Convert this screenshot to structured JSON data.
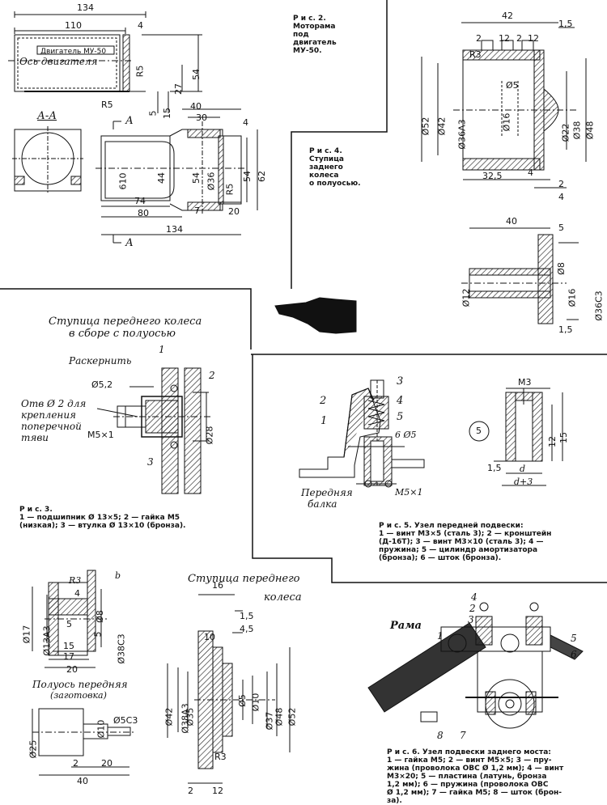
{
  "fig2": {
    "caption": [
      "Р и с. 2.",
      "Моторама",
      "под",
      "двигатель",
      "МУ-50."
    ],
    "motor_label": "Двигатель МУ-50",
    "axis_label": "Ось двигателя",
    "section_label": "А-А",
    "arrow_label": "А",
    "dims": [
      "134",
      "110",
      "4",
      "54",
      "27",
      "R5",
      "R5",
      "5",
      "15",
      "40",
      "30",
      "4",
      "610",
      "44",
      "54",
      "Ø36",
      "54",
      "62",
      "R5",
      "7",
      "20",
      "74",
      "80",
      "134"
    ]
  },
  "fig4": {
    "caption": [
      "Р и с. 4.",
      "Ступица",
      "заднего",
      "колеса",
      "о полуосью."
    ],
    "dims_top": [
      "42",
      "1,5",
      "2",
      "12",
      "2",
      "12",
      "R3",
      "Ø52",
      "Ø42",
      "Ø36А3",
      "Ø5",
      "Ø16",
      "Ø22",
      "Ø38",
      "Ø48",
      "32,5",
      "4",
      "2",
      "4"
    ],
    "dims_bottom": [
      "40",
      "5",
      "Ø12",
      "Ø16",
      "Ø36С3",
      "Ø8",
      "1,5"
    ]
  },
  "fig3": {
    "title": [
      "Ступица переднего колеса",
      "в сборе с полуосью"
    ],
    "labels": [
      "Раскернить",
      "1",
      "Ø5,2",
      "2",
      "Отв Ø 2 для",
      "крепления",
      "поперечной",
      "тяви",
      "М5×1",
      "Ø28",
      "3"
    ],
    "caption": [
      "Р и с. 3.",
      "1 — подшипник Ø 13×5; 2 — гайка М5",
      "(низкая); 3 — втулка Ø 13×10 (бронза)."
    ]
  },
  "fig5": {
    "labels": [
      "3",
      "2",
      "4",
      "5",
      "1",
      "6 Ø5",
      "М5×1",
      "Передняя",
      "балка",
      "М3",
      "5",
      "12",
      "15",
      "1,5",
      "d",
      "d+3"
    ],
    "caption": [
      "Р и с. 5. Узел передней подвески:",
      "1 — винт М3×5 (сталь 3); 2 — кронштейн",
      "(Д-16Т); 3 — винт М3×10 (сталь 3); 4 —",
      "пружина; 5 — цилиндр амортизатора",
      "(бронза); 6 — шток (бронза)."
    ]
  },
  "fig_axle": {
    "dims": [
      "R3",
      "4",
      "b",
      "Ø17",
      "Ø13А3",
      "Ø8",
      "Ø38С3",
      "15",
      "17",
      "20",
      "5",
      "5"
    ],
    "title": [
      "Полуось передняя",
      "(заготовка)"
    ],
    "dims2": [
      "Ø25",
      "Ø10",
      "Ø5С3",
      "2",
      "20",
      "40"
    ]
  },
  "fig_hub": {
    "title": [
      "Ступица переднего",
      "колеса"
    ],
    "dims": [
      "16",
      "1,5",
      "10",
      "4,5",
      "Ø42",
      "Ø38А3",
      "Ø35",
      "Ø5",
      "Ø10",
      "Ø37",
      "Ø48",
      "Ø52",
      "R3",
      "2",
      "12"
    ]
  },
  "fig6": {
    "labels": [
      "Рама",
      "1",
      "2",
      "3",
      "4",
      "5",
      "6",
      "7",
      "8"
    ],
    "caption": [
      "Р и с. 6. Узел подвески заднего моста:",
      "1 — гайка М5; 2 — винт М5×5; 3 — пру-",
      "жина (проволока ОВС Ø 1,2 мм); 4 — винт",
      "М3×20; 5 — пластина (латунь, бронза",
      "1,2 мм); 6 — пружина (проволока ОВС",
      "Ø 1,2 мм); 7 — гайка М5; 8 — шток (брон-",
      "за)."
    ]
  }
}
